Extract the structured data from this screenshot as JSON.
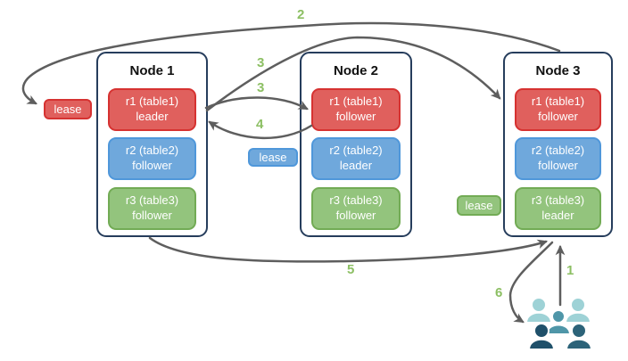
{
  "nodes": [
    {
      "title": "Node 1",
      "replicas": [
        {
          "line1": "r1 (table1)",
          "line2": "leader",
          "color": "red"
        },
        {
          "line1": "r2 (table2)",
          "line2": "follower",
          "color": "blue"
        },
        {
          "line1": "r3 (table3)",
          "line2": "follower",
          "color": "green"
        }
      ]
    },
    {
      "title": "Node 2",
      "replicas": [
        {
          "line1": "r1 (table1)",
          "line2": "follower",
          "color": "red"
        },
        {
          "line1": "r2 (table2)",
          "line2": "leader",
          "color": "blue"
        },
        {
          "line1": "r3 (table3)",
          "line2": "follower",
          "color": "green"
        }
      ]
    },
    {
      "title": "Node 3",
      "replicas": [
        {
          "line1": "r1 (table1)",
          "line2": "follower",
          "color": "red"
        },
        {
          "line1": "r2 (table2)",
          "line2": "follower",
          "color": "blue"
        },
        {
          "line1": "r3 (table3)",
          "line2": "leader",
          "color": "green"
        }
      ]
    }
  ],
  "leases": [
    {
      "label": "lease",
      "color": "red"
    },
    {
      "label": "lease",
      "color": "blue"
    },
    {
      "label": "lease",
      "color": "green"
    }
  ],
  "steps": [
    {
      "label": "1"
    },
    {
      "label": "2"
    },
    {
      "label": "3"
    },
    {
      "label": "3"
    },
    {
      "label": "4"
    },
    {
      "label": "5"
    },
    {
      "label": "6"
    }
  ],
  "icons": {
    "users": "users-icon"
  },
  "colors": {
    "replica_red": "#e0605d",
    "replica_blue": "#6fa8dc",
    "replica_green": "#93c47d",
    "node_border": "#263d5c",
    "arrow": "#5e5e5e",
    "step_label": "#8cbf63",
    "users_light": "#9ed2d6",
    "users_mid": "#4f96a8",
    "users_dark_left": "#1f506a",
    "users_dark_right": "#2c6379"
  }
}
